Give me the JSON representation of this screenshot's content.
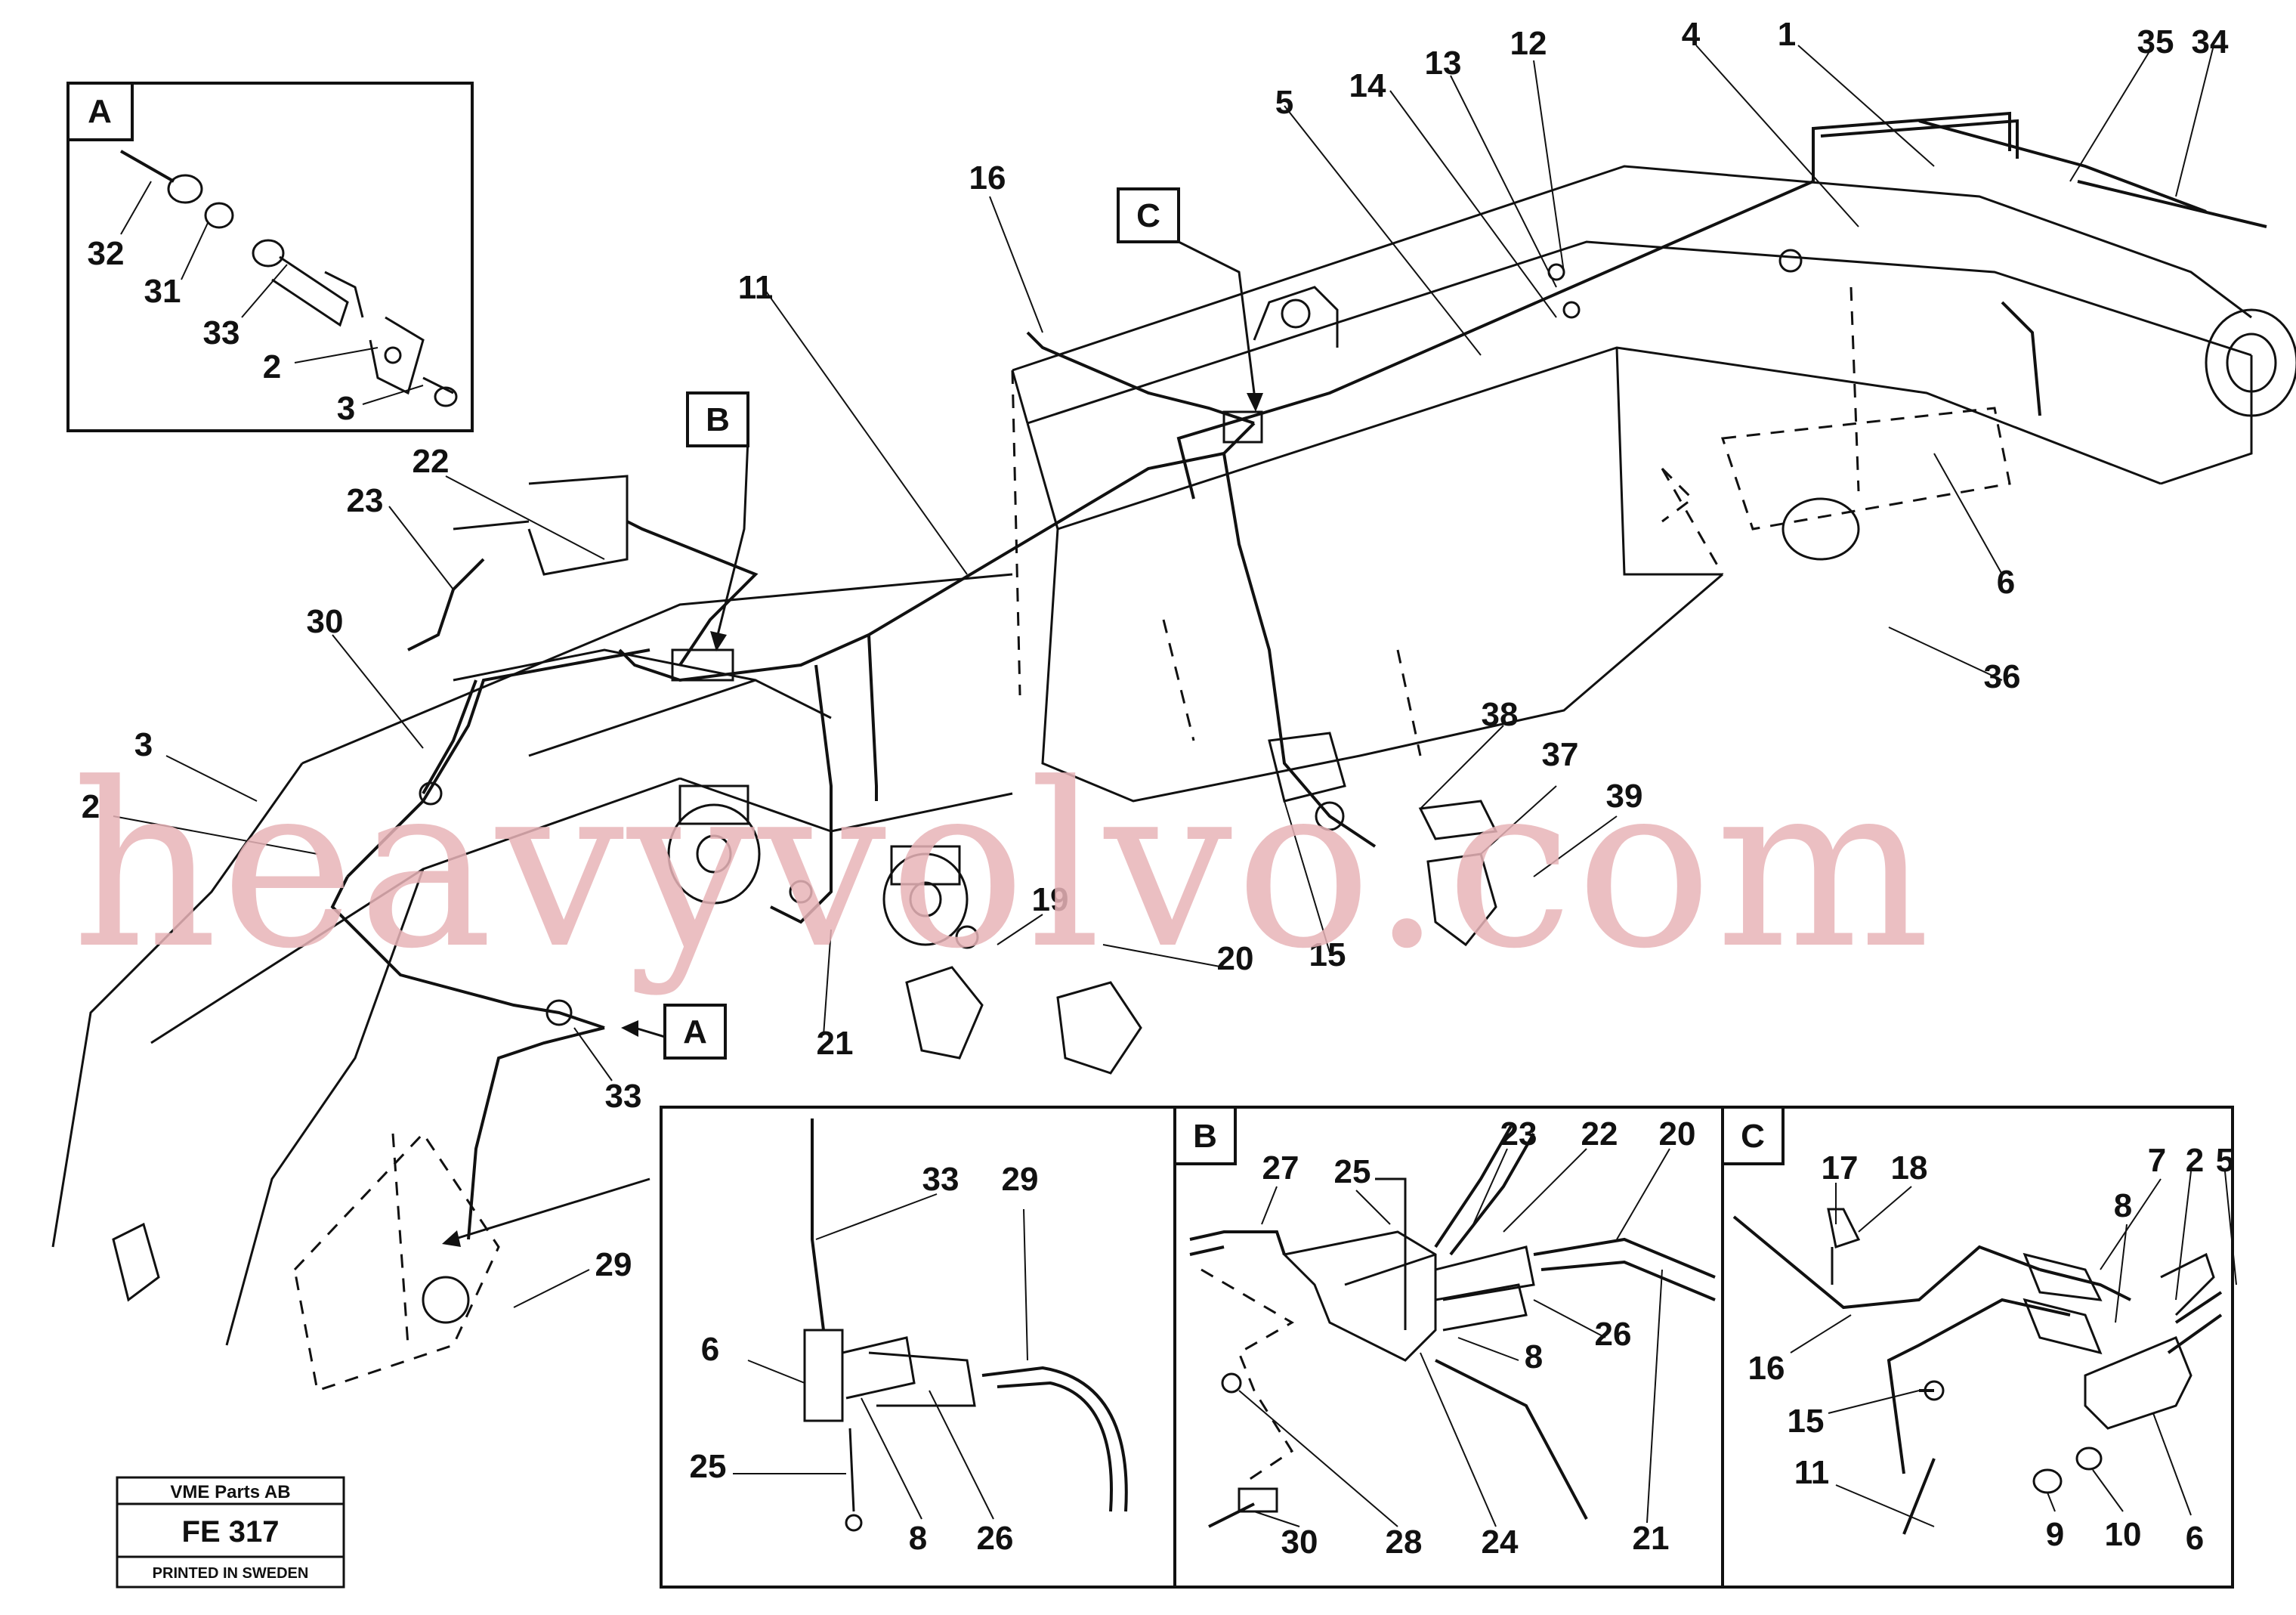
{
  "watermark": "heavyvolvo.com",
  "insets": {
    "A": "A",
    "B": "B",
    "C": "C"
  },
  "callouts": {
    "B": "B",
    "C": "C",
    "A": "A"
  },
  "plate": {
    "company": "VME Parts AB",
    "code": "FE 317",
    "printed": "PRINTED IN SWEDEN"
  },
  "labels": {
    "l1": "1",
    "l4": "4",
    "l12": "12",
    "l13": "13",
    "l14": "14",
    "l5": "5",
    "l35": "35",
    "l34": "34",
    "l16": "16",
    "l11": "11",
    "l22": "22",
    "l23": "23",
    "l30": "30",
    "l3": "3",
    "l2": "2",
    "l6": "6",
    "l36": "36",
    "l38": "38",
    "l37": "37",
    "l39": "39",
    "l15": "15",
    "l19": "19",
    "l20": "20",
    "l21": "21",
    "l33": "33",
    "l29": "29",
    "a32": "32",
    "a31": "31",
    "a33": "33",
    "a2": "2",
    "a3": "3",
    "d33": "33",
    "d29": "29",
    "d6": "6",
    "d25": "25",
    "d8": "8",
    "d26": "26",
    "b27": "27",
    "b25": "25",
    "b23": "23",
    "b22": "22",
    "b20": "20",
    "b8": "8",
    "b26": "26",
    "b30": "30",
    "b28": "28",
    "b24": "24",
    "b21": "21",
    "c17": "17",
    "c18": "18",
    "c7": "7",
    "c2": "2",
    "c5": "5",
    "c8": "8",
    "c16": "16",
    "c15": "15",
    "c11": "11",
    "c9": "9",
    "c10": "10",
    "c6": "6"
  }
}
